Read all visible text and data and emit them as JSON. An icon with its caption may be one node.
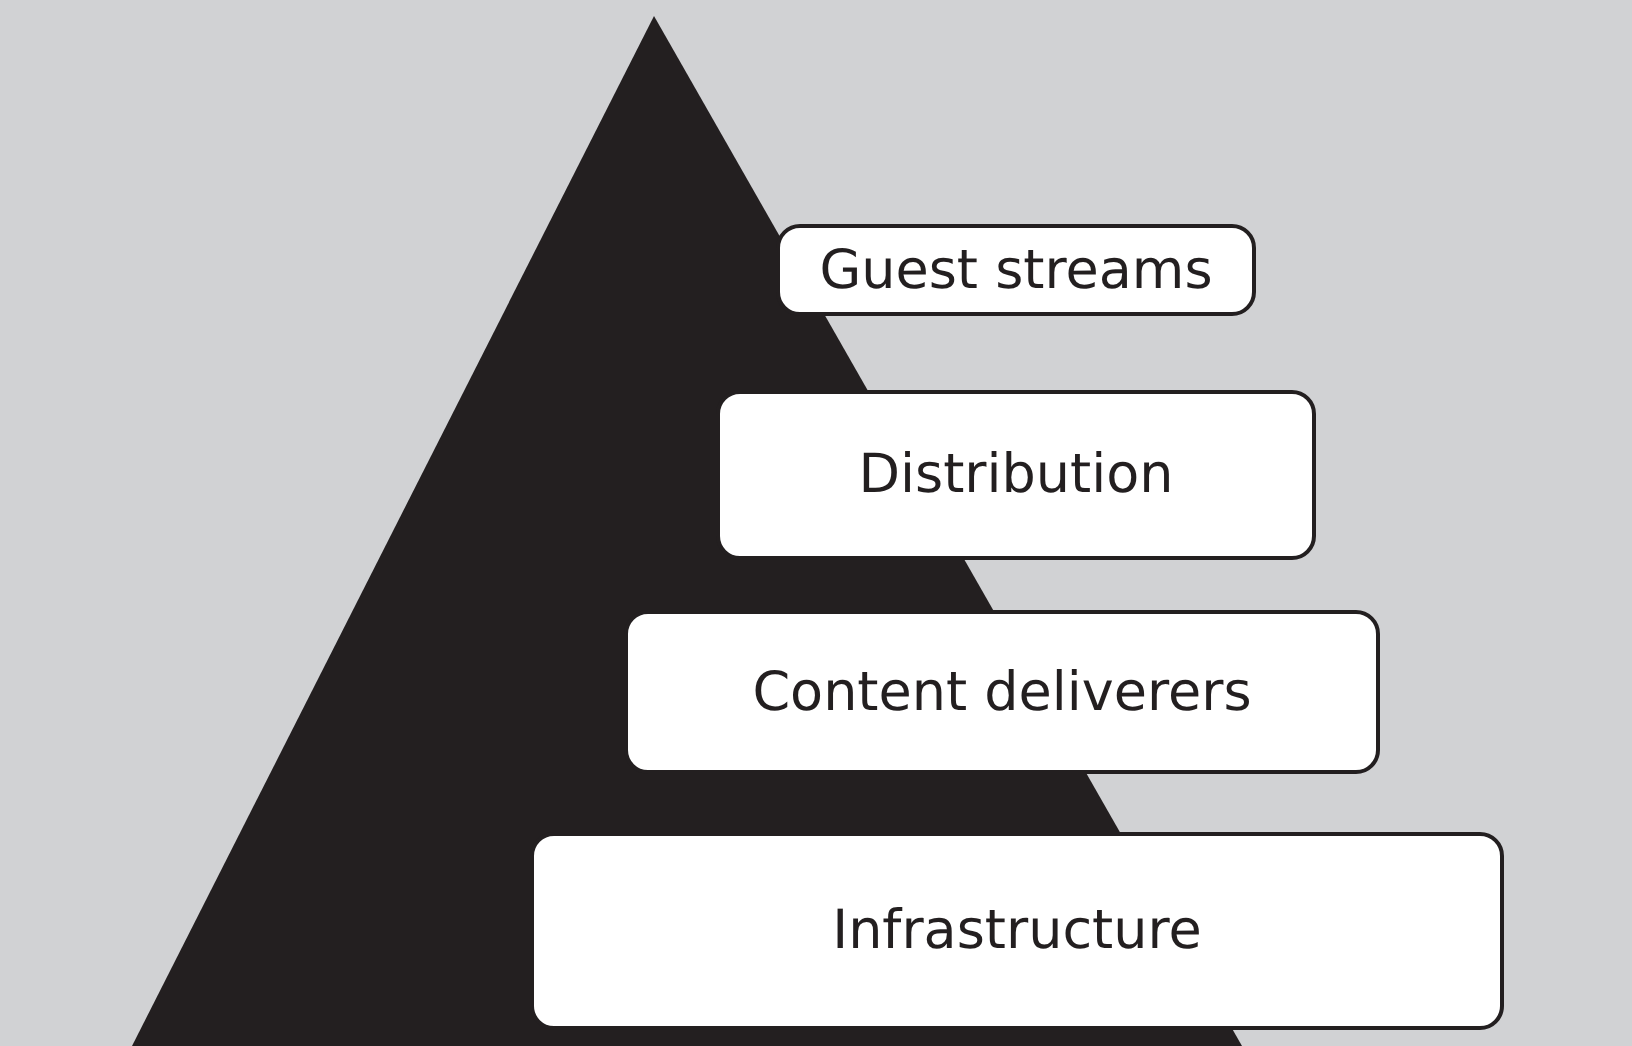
{
  "diagram": {
    "nodes": [
      {
        "text": [
          "Guest streams"
        ]
      },
      {
        "text": [
          "Distribution"
        ]
      },
      {
        "text": [
          "Content deliverers"
        ]
      },
      {
        "text": [
          "Infrastructure"
        ]
      }
    ]
  }
}
